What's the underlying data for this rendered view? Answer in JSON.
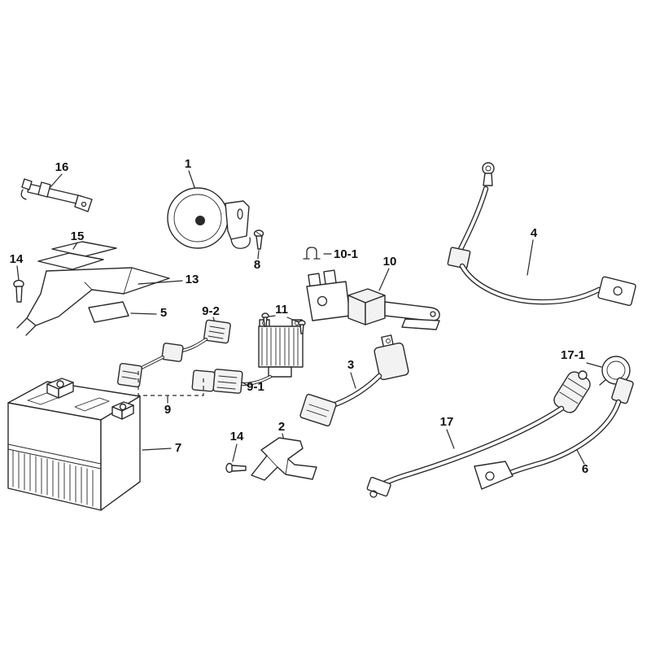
{
  "page": {
    "background": "#ffffff",
    "ink": "#2a2a2a"
  },
  "diagram": {
    "kind": "exploded-parts-diagram",
    "labels": {
      "l1": "1",
      "l2": "2",
      "l3": "3",
      "l4": "4",
      "l5": "5",
      "l6": "6",
      "l7": "7",
      "l8": "8",
      "l9": "9",
      "l9_1": "9-1",
      "l9_2": "9-2",
      "l10": "10",
      "l10_1": "10-1",
      "l11": "11",
      "l13": "13",
      "l14_left": "14",
      "l14_bottom": "14",
      "l15": "15",
      "l16": "16",
      "l17": "17",
      "l17_1": "17-1"
    }
  }
}
